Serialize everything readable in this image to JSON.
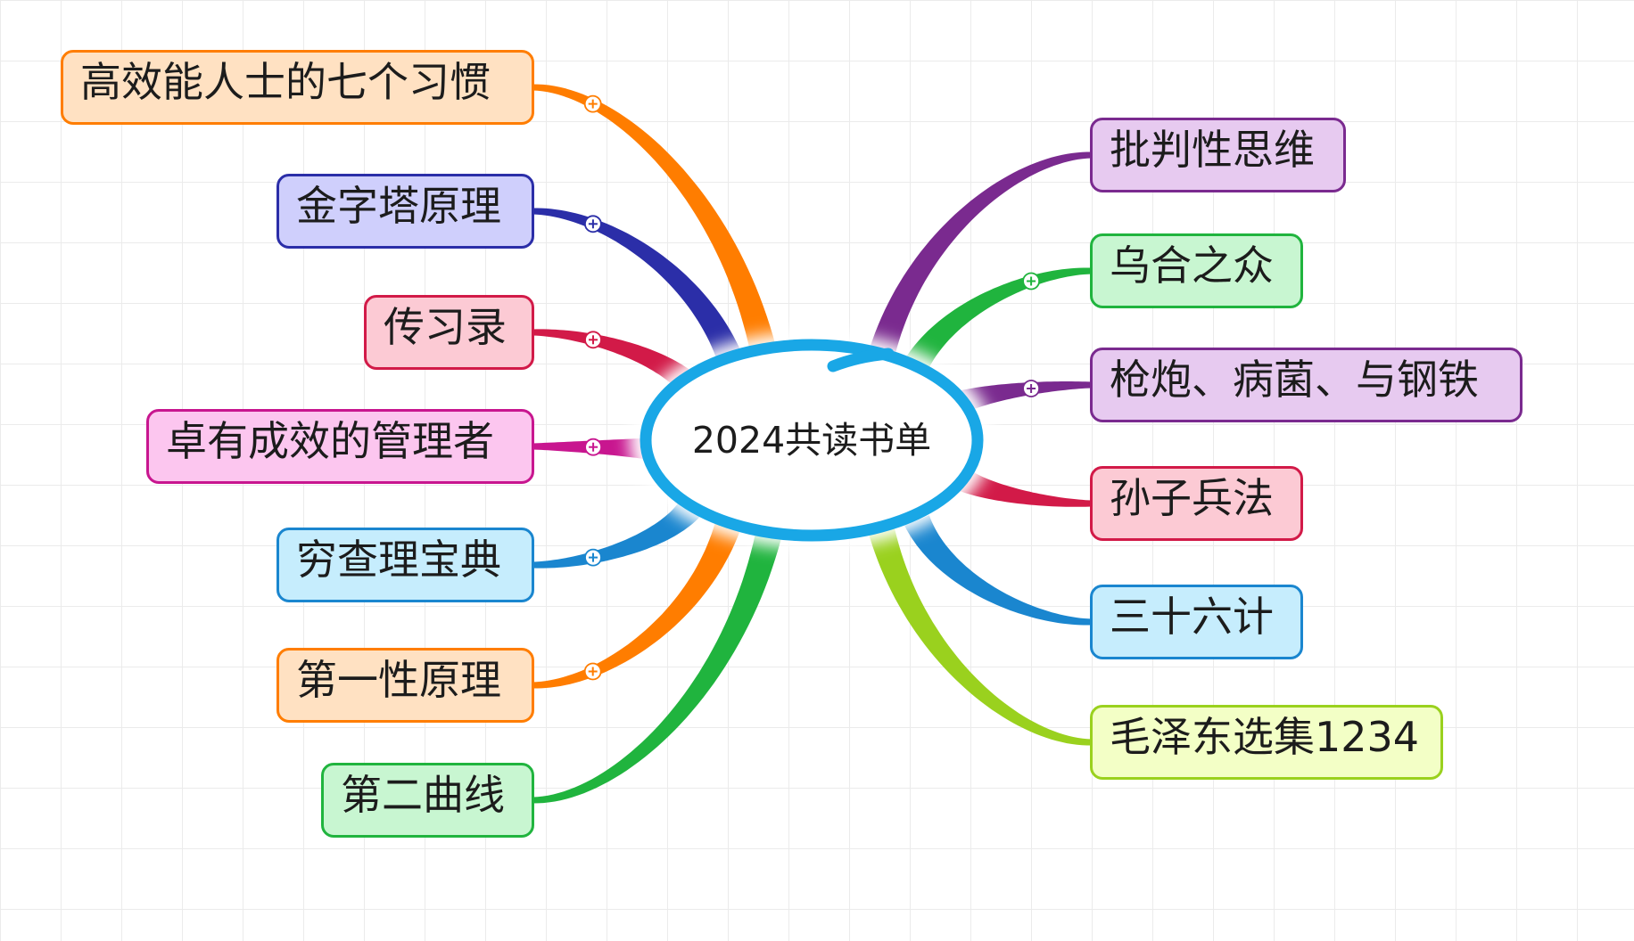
{
  "central_topic": {
    "label": "2024共读书单",
    "color": "#19a7e6"
  },
  "left_topics": [
    {
      "label": "高效能人士的七个习惯",
      "color": "#ff7d00",
      "fill": "#ffe1c2",
      "expand_icon": "plus-circle-icon"
    },
    {
      "label": "金字塔原理",
      "color": "#2b2ea8",
      "fill": "#cfcffc",
      "expand_icon": "plus-circle-icon"
    },
    {
      "label": "传习录",
      "color": "#d21a48",
      "fill": "#fccad4",
      "expand_icon": "plus-circle-icon"
    },
    {
      "label": "卓有成效的管理者",
      "color": "#c8168f",
      "fill": "#fcc6ef",
      "expand_icon": "plus-circle-icon"
    },
    {
      "label": "穷查理宝典",
      "color": "#1a86cf",
      "fill": "#c6edfd",
      "expand_icon": "plus-circle-icon"
    },
    {
      "label": "第一性原理",
      "color": "#ff7d00",
      "fill": "#ffe1c2",
      "expand_icon": "plus-circle-icon"
    },
    {
      "label": "第二曲线",
      "color": "#20b43e",
      "fill": "#c8f6d1"
    }
  ],
  "right_topics": [
    {
      "label": "批判性思维",
      "color": "#7a2a8f",
      "fill": "#e7caf0"
    },
    {
      "label": "乌合之众",
      "color": "#20b43e",
      "fill": "#c8f6d1",
      "expand_icon": "plus-circle-icon"
    },
    {
      "label": "枪炮、病菌、与钢铁",
      "color": "#7a2a8f",
      "fill": "#e7caf0",
      "expand_icon": "plus-circle-icon"
    },
    {
      "label": "孙子兵法",
      "color": "#d21a48",
      "fill": "#fccad4"
    },
    {
      "label": "三十六计",
      "color": "#1a86cf",
      "fill": "#c6edfd"
    },
    {
      "label": "毛泽东选集1234",
      "color": "#9ad11e",
      "fill": "#f3ffc6"
    }
  ]
}
